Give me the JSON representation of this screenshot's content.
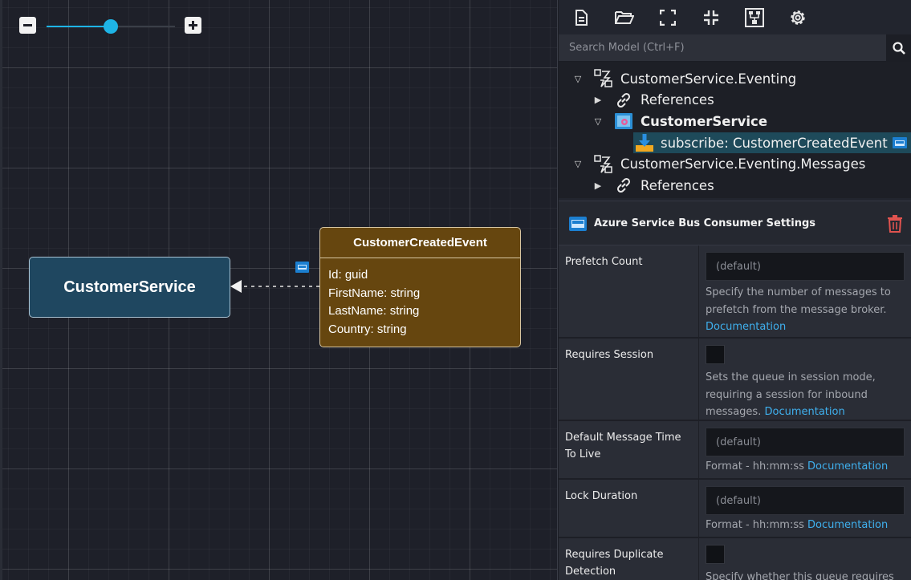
{
  "canvas": {
    "zoom": {
      "level_fraction": 0.5
    },
    "service_node": {
      "title": "CustomerService"
    },
    "event_node": {
      "title": "CustomerCreatedEvent",
      "fields": [
        "Id: guid",
        "FirstName: string",
        "LastName: string",
        "Country: string"
      ]
    },
    "colors": {
      "accent": "#1eb4e6",
      "service_fill": "#1f4760",
      "event_fill": "#66460f"
    }
  },
  "toolbar": {
    "icons": [
      "new-document-icon",
      "open-folder-icon",
      "expand-icon",
      "collapse-icon",
      "layout-icon",
      "gear-icon"
    ]
  },
  "search": {
    "placeholder": "Search Model (Ctrl+F)"
  },
  "tree": {
    "items": [
      {
        "label": "CustomerService.Eventing",
        "icon": "package-icon",
        "expanded": true
      },
      {
        "label": "References",
        "icon": "link-icon",
        "expanded": false
      },
      {
        "label": "CustomerService",
        "icon": "service-icon",
        "expanded": true
      },
      {
        "label": "subscribe: CustomerCreatedEvent",
        "icon": "subscribe-icon",
        "selected": true
      },
      {
        "label": "CustomerService.Eventing.Messages",
        "icon": "package-icon",
        "expanded": true
      },
      {
        "label": "References",
        "icon": "link-icon",
        "expanded": false
      }
    ]
  },
  "properties": {
    "title": "Azure Service Bus Consumer Settings",
    "rows": [
      {
        "label": "Prefetch Count",
        "type": "text",
        "placeholder": "(default)",
        "description": "Specify the number of messages to prefetch from the message broker.",
        "link": "Documentation"
      },
      {
        "label": "Requires Session",
        "type": "checkbox",
        "checked": false,
        "description": "Sets the queue in session mode, requiring a session for inbound messages.",
        "link": "Documentation"
      },
      {
        "label": "Default Message Time To Live",
        "type": "text",
        "placeholder": "(default)",
        "description": "Format - hh:mm:ss",
        "link": "Documentation"
      },
      {
        "label": "Lock Duration",
        "type": "text",
        "placeholder": "(default)",
        "description": "Format - hh:mm:ss",
        "link": "Documentation"
      },
      {
        "label": "Requires Duplicate Detection",
        "type": "checkbox",
        "checked": false,
        "description": "Specify whether this queue requires",
        "link": ""
      }
    ]
  }
}
